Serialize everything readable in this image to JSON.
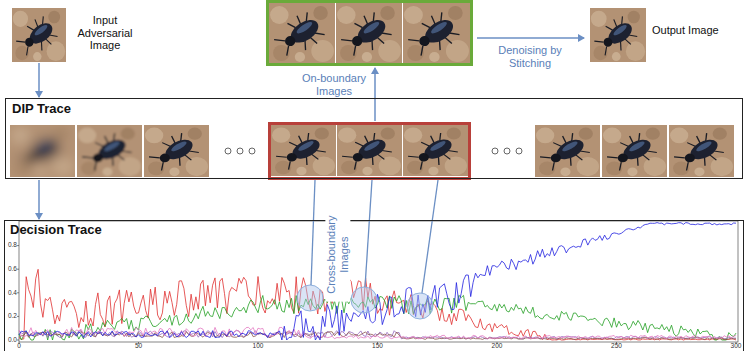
{
  "diagram": {
    "nodes": [
      {
        "text": [
          "Input Adversarial Image"
        ]
      },
      {
        "text": [
          "Output Image"
        ]
      },
      {
        "text": [
          "DIP Trace"
        ]
      },
      {
        "text": [
          "Decision Trace"
        ]
      }
    ],
    "edges": [
      {
        "from": 0,
        "to": 2,
        "arrow": "to"
      },
      {
        "from": 2,
        "to": 3,
        "arrow": "to"
      }
    ],
    "labels": [
      "On-boundary Images",
      "Denoising by Stitching",
      "Cross-boundary Images",
      "0",
      "50",
      "100",
      "150",
      "200",
      "250",
      "300",
      "0.0",
      "0.2",
      "0.4",
      "0.6",
      "0.8"
    ]
  }
}
